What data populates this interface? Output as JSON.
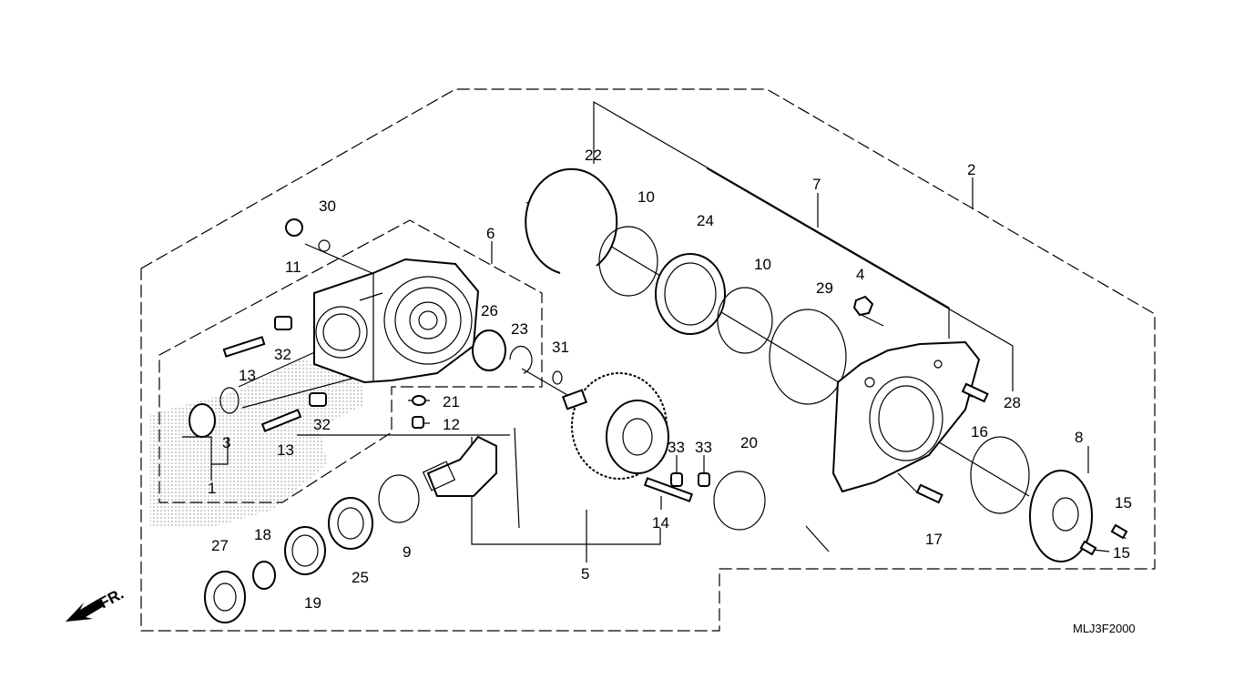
{
  "diagram": {
    "direction_label": "FR.",
    "figure_code": "MLJ3F2000",
    "callouts": {
      "c1": "1",
      "c2": "2",
      "c3": "3",
      "c4": "4",
      "c5": "5",
      "c6": "6",
      "c7": "7",
      "c8": "8",
      "c9": "9",
      "c10a": "10",
      "c10b": "10",
      "c11": "11",
      "c12": "12",
      "c13a": "13",
      "c13b": "13",
      "c14": "14",
      "c15a": "15",
      "c15b": "15",
      "c16": "16",
      "c17": "17",
      "c18": "18",
      "c19": "19",
      "c20": "20",
      "c21": "21",
      "c22": "22",
      "c23": "23",
      "c24": "24",
      "c25": "25",
      "c26": "26",
      "c27": "27",
      "c28": "28",
      "c29": "29",
      "c30": "30",
      "c31": "31",
      "c32a": "32",
      "c32b": "32",
      "c33a": "33",
      "c33b": "33"
    }
  }
}
